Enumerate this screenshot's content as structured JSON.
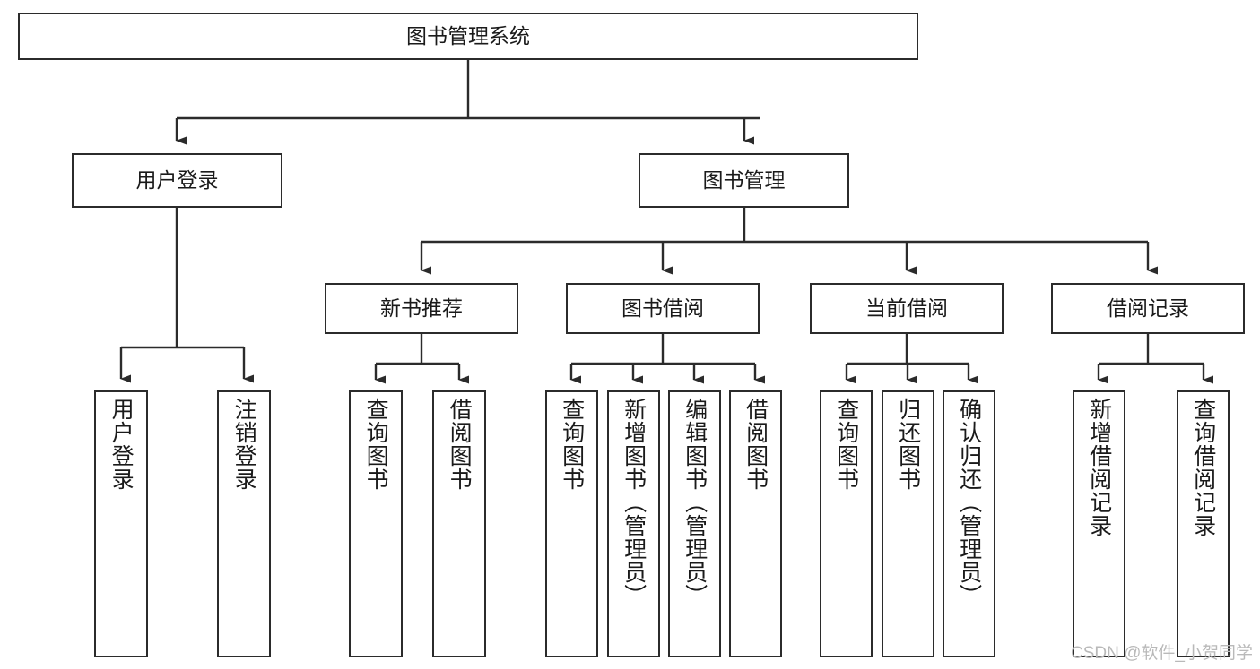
{
  "diagram": {
    "title": "图书管理系统",
    "type": "tree-hierarchy-chart",
    "colors": {
      "box_border": "#2b2b2b",
      "box_fill": "#ffffff",
      "connector": "#2b2b2b",
      "canvas": "#ffffff",
      "watermark": "#b9b9b9"
    },
    "root": {
      "label": "图书管理系统"
    },
    "level2": [
      {
        "label": "用户登录"
      },
      {
        "label": "图书管理"
      }
    ],
    "level3": [
      {
        "label": "新书推荐"
      },
      {
        "label": "图书借阅"
      },
      {
        "label": "当前借阅"
      },
      {
        "label": "借阅记录"
      }
    ],
    "leaves": {
      "user_login": [
        {
          "label": "用户登录"
        },
        {
          "label": "注销登录"
        }
      ],
      "new_book_recommend": [
        {
          "label": "查询图书"
        },
        {
          "label": "借阅图书"
        }
      ],
      "book_borrow": [
        {
          "label": "查询图书"
        },
        {
          "label": "新增图书（管理员）"
        },
        {
          "label": "编辑图书（管理员）"
        },
        {
          "label": "借阅图书"
        }
      ],
      "current_borrow": [
        {
          "label": "查询图书"
        },
        {
          "label": "归还图书"
        },
        {
          "label": "确认归还（管理员）"
        }
      ],
      "borrow_record": [
        {
          "label": "新增借阅记录"
        },
        {
          "label": "查询借阅记录"
        }
      ]
    },
    "watermark": "CSDN @软件_小贺同学"
  }
}
